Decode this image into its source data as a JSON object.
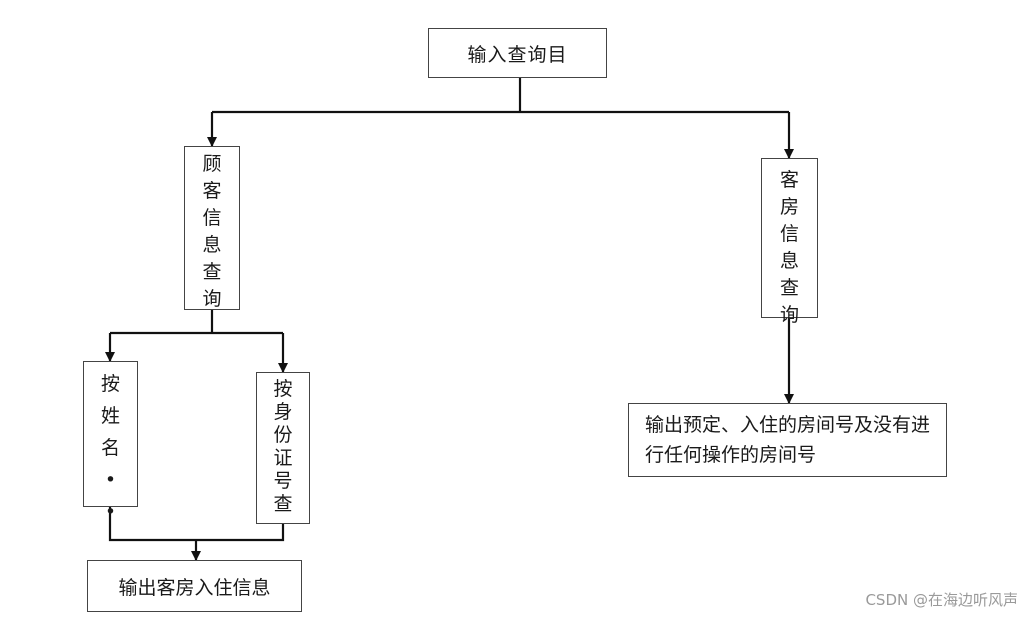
{
  "nodes": {
    "query_entry": "输入查询目",
    "guest_query": "顾客信息查询",
    "room_query": "客房信息查询",
    "by_name": "按姓名 • •",
    "by_id": "按身份证号查",
    "room_output": "输出预定、入住的房间号及没有进行任何操作的房间号",
    "guest_output": "输出客房入住信息"
  },
  "watermark": "CSDN @在海边听风声"
}
